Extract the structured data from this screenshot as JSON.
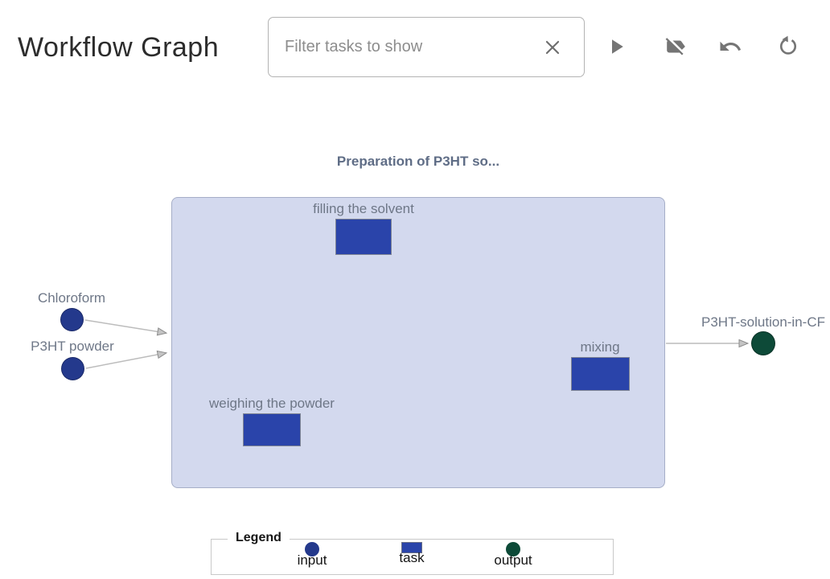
{
  "header": {
    "title": "Workflow Graph",
    "filter_placeholder": "Filter tasks to show",
    "toolbar_icons": [
      "clear-x",
      "play",
      "label-off",
      "undo",
      "reset-view"
    ]
  },
  "graph": {
    "title": "Preparation of P3HT so...",
    "inputs": [
      {
        "label": "Chloroform"
      },
      {
        "label": "P3HT powder"
      }
    ],
    "tasks": [
      {
        "label": "filling the solvent"
      },
      {
        "label": "weighing the powder"
      },
      {
        "label": "mixing"
      }
    ],
    "outputs": [
      {
        "label": "P3HT-solution-in-CF"
      }
    ],
    "edges": [
      {
        "from": "Chloroform",
        "to": "group"
      },
      {
        "from": "P3HT powder",
        "to": "group"
      },
      {
        "from": "group",
        "to": "P3HT-solution-in-CF"
      }
    ]
  },
  "legend": {
    "title": "Legend",
    "items": [
      {
        "label": "input"
      },
      {
        "label": "task"
      },
      {
        "label": "output"
      }
    ]
  },
  "colors": {
    "input_node": "#24398c",
    "task_node": "#2a44aa",
    "output_node": "#0d4a38",
    "group_fill": "#d3d9ee",
    "group_border": "#a6aec7",
    "edge": "#bcbcbc",
    "node_label_text": "#6e7787",
    "graph_title_text": "#5f6d86",
    "icon_gray": "#757575"
  }
}
